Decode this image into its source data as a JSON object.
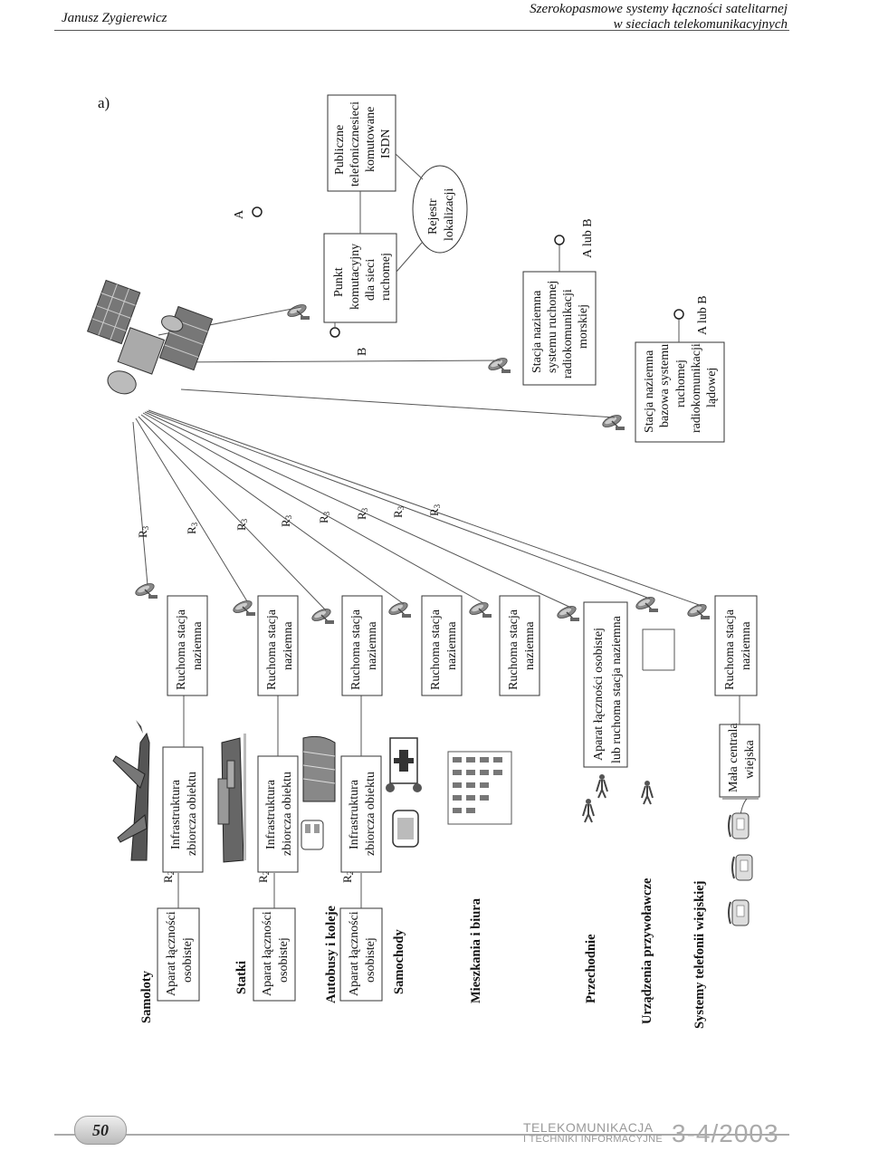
{
  "header": {
    "author": "Janusz Zygierewicz",
    "title_line1": "Szerokopasmowe systemy łączności satelitarnej",
    "title_line2": "w sieciach telekomunikacyjnych"
  },
  "figure_label": "a)",
  "groups": {
    "g1": "Samoloty",
    "g2": "Statki",
    "g3": "Autobusy i koleje",
    "g4": "Samochody",
    "g5": "Mieszkania i biura",
    "g6": "Przechodnie",
    "g7": "Urządzenia przywoławcze",
    "g8": "Systemy telefonii wiejskiej"
  },
  "boxes": {
    "aparat_l1": "Aparat łączności",
    "aparat_l2": "osobistej",
    "infra_l1": "Infrastruktura",
    "infra_l2": "zbiorcza obiektu",
    "ruch_l1": "Ruchoma stacja",
    "ruch_l2": "naziemna",
    "aparat_ruch_l1": "Aparat łączności osobistej",
    "aparat_ruch_l2": "lub ruchoma stacja naziemna",
    "mala_l1": "Mała centrala",
    "mala_l2": "wiejska",
    "punkt_l1": "Punkt",
    "punkt_l2": "komutacyjny",
    "punkt_l3": "dla sieci",
    "punkt_l4": "ruchomej",
    "public_l1": "Publiczne",
    "public_l2": "telefonicznesieci",
    "public_l3": "komutowane",
    "public_l4": "ISDN",
    "rejestr_l1": "Rejestr",
    "rejestr_l2": "lokalizacji",
    "morska_l1": "Stacja naziemna",
    "morska_l2": "systemu ruchomej",
    "morska_l3": "radiokomunikacji",
    "morska_l4": "morskiej",
    "ladowa_l1": "Stacja naziemna",
    "ladowa_l2": "bazowa systemu",
    "ladowa_l3": "ruchomej",
    "ladowa_l4": "radiokomunikacji",
    "ladowa_l5": "lądowej"
  },
  "labels": {
    "r": "R",
    "two": "2",
    "three": "3",
    "a": "A",
    "b": "B",
    "a_lub_b": "A lub B"
  },
  "icons": {
    "satellite": "satellite-icon",
    "dish": "satellite-dish-icon",
    "plane": "airplane-icon",
    "ship": "ship-icon",
    "train": "train-icon",
    "bus": "bus-icon",
    "ambulance": "ambulance-icon",
    "car": "car-icon",
    "building": "building-icon",
    "pedestrian": "pedestrian-icon",
    "phone": "telephone-icon"
  },
  "footer": {
    "page_number": "50",
    "journal_line1": "TELEKOMUNIKACJA",
    "journal_line2": "I TECHNIKI INFORMACYJNE",
    "issue": "3-4/2003"
  }
}
